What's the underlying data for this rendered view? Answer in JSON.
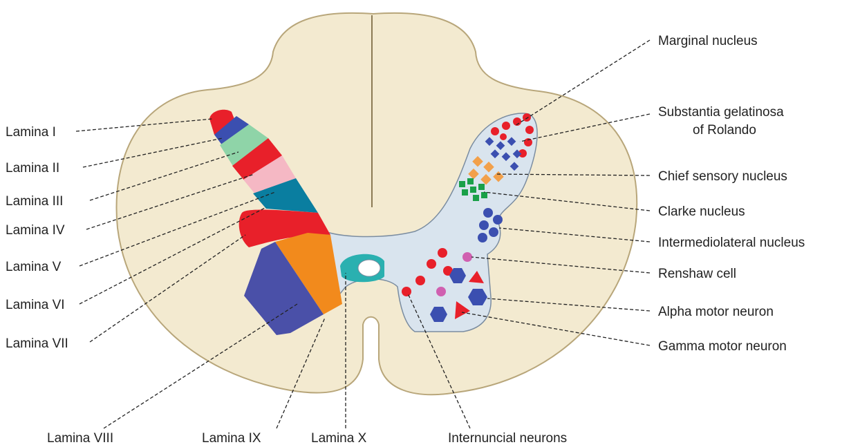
{
  "colors": {
    "white_matter": "#f3ead0",
    "white_matter_edge": "#b8a67a",
    "gray_matter": "#d9e4ee",
    "gray_matter_edge": "#7a8ca0",
    "lamina_I": "#e8202a",
    "lamina_II_blue": "#3b4fb0",
    "lamina_II_green": "#8fd4a8",
    "lamina_III": "#e8202a",
    "lamina_IV": "#f5b8c4",
    "lamina_V": "#0a7ea0",
    "lamina_VI": "#e8202a",
    "lamina_VII": "#f28a1c",
    "lamina_VIII": "#4a50a8",
    "lamina_X": "#2ab0b0",
    "nucleus_red": "#e8202a",
    "nucleus_blue": "#3b4fb0",
    "nucleus_orange": "#f2a04a",
    "nucleus_green": "#1aa048",
    "renshaw": "#d060b0"
  },
  "left_labels": {
    "lamina_i": "Lamina I",
    "lamina_ii": "Lamina II",
    "lamina_iii": "Lamina III",
    "lamina_iv": "Lamina IV",
    "lamina_v": "Lamina V",
    "lamina_vi": "Lamina VI",
    "lamina_vii": "Lamina VII"
  },
  "bottom_labels": {
    "lamina_viii": "Lamina VIII",
    "lamina_ix": "Lamina IX",
    "lamina_x": "Lamina X",
    "internuncial": "Internuncial neurons"
  },
  "right_labels": {
    "marginal": "Marginal nucleus",
    "substantia_line1": "Substantia gelatinosa",
    "substantia_line2": "of Rolando",
    "chief_sensory": "Chief sensory nucleus",
    "clarke": "Clarke nucleus",
    "intermediolateral": "Intermediolateral nucleus",
    "renshaw": "Renshaw cell",
    "alpha": "Alpha motor neuron",
    "gamma": "Gamma motor neuron"
  }
}
